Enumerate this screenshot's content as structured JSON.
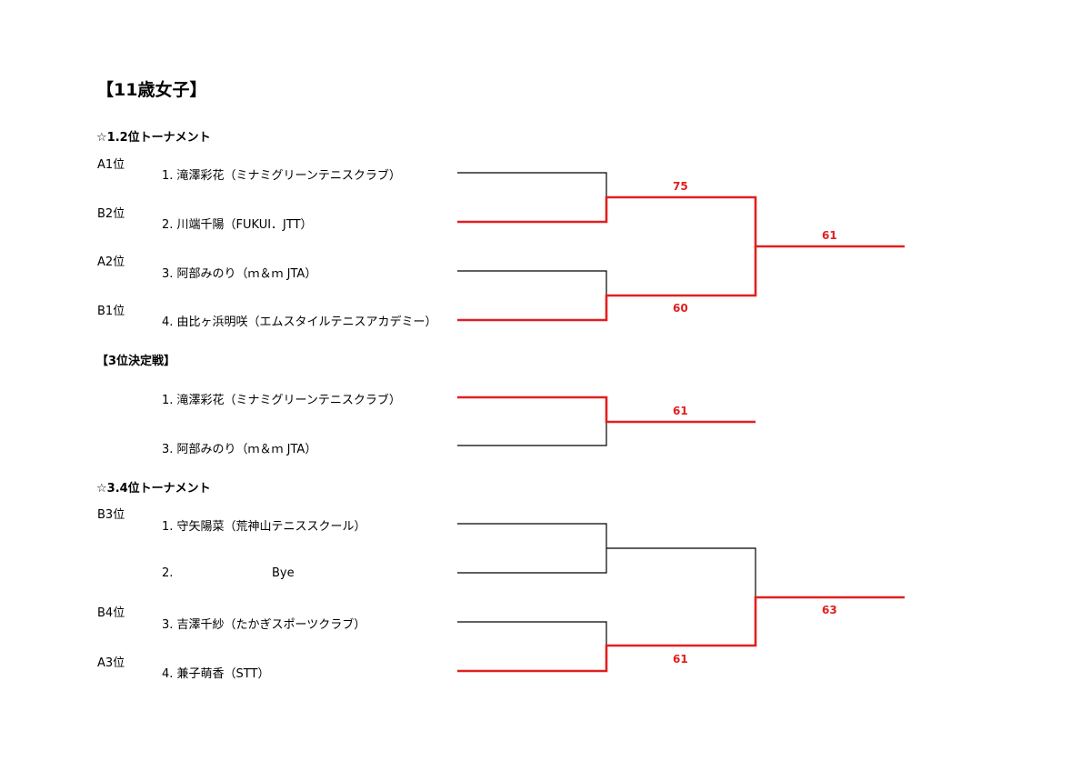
{
  "title": "【11歳女子】",
  "colors": {
    "winner_line": "#e02020",
    "line": "#000000",
    "score": "#e02020"
  },
  "sections": {
    "final": {
      "heading": "☆1.2位トーナメント",
      "seeds": [
        "A1位",
        "B2位",
        "A2位",
        "B1位"
      ],
      "players": [
        "1. 滝澤彩花（ミナミグリーンテニスクラブ）",
        "2. 川端千陽（FUKUI．JTT）",
        "3. 阿部みのり（ｍ＆ｍ JTA）",
        "4. 由比ヶ浜明咲（エムスタイルテニスアカデミー）"
      ],
      "scores": {
        "semi1": "75",
        "semi2": "60",
        "final": "61"
      }
    },
    "third_place": {
      "heading": "【3位決定戦】",
      "players": [
        "1. 滝澤彩花（ミナミグリーンテニスクラブ）",
        "3. 阿部みのり（ｍ＆ｍ JTA）"
      ],
      "score": "61"
    },
    "third_fourth": {
      "heading": "☆3.4位トーナメント",
      "seeds": [
        "B3位",
        "",
        "B4位",
        "A3位"
      ],
      "players": [
        "1. 守矢陽菜（荒神山テニススクール）",
        "2.",
        "3. 吉澤千紗（たかぎスポーツクラブ）",
        "4. 兼子萌香（STT）"
      ],
      "bye_label": "Bye",
      "scores": {
        "semi2": "61",
        "final": "63"
      }
    }
  }
}
